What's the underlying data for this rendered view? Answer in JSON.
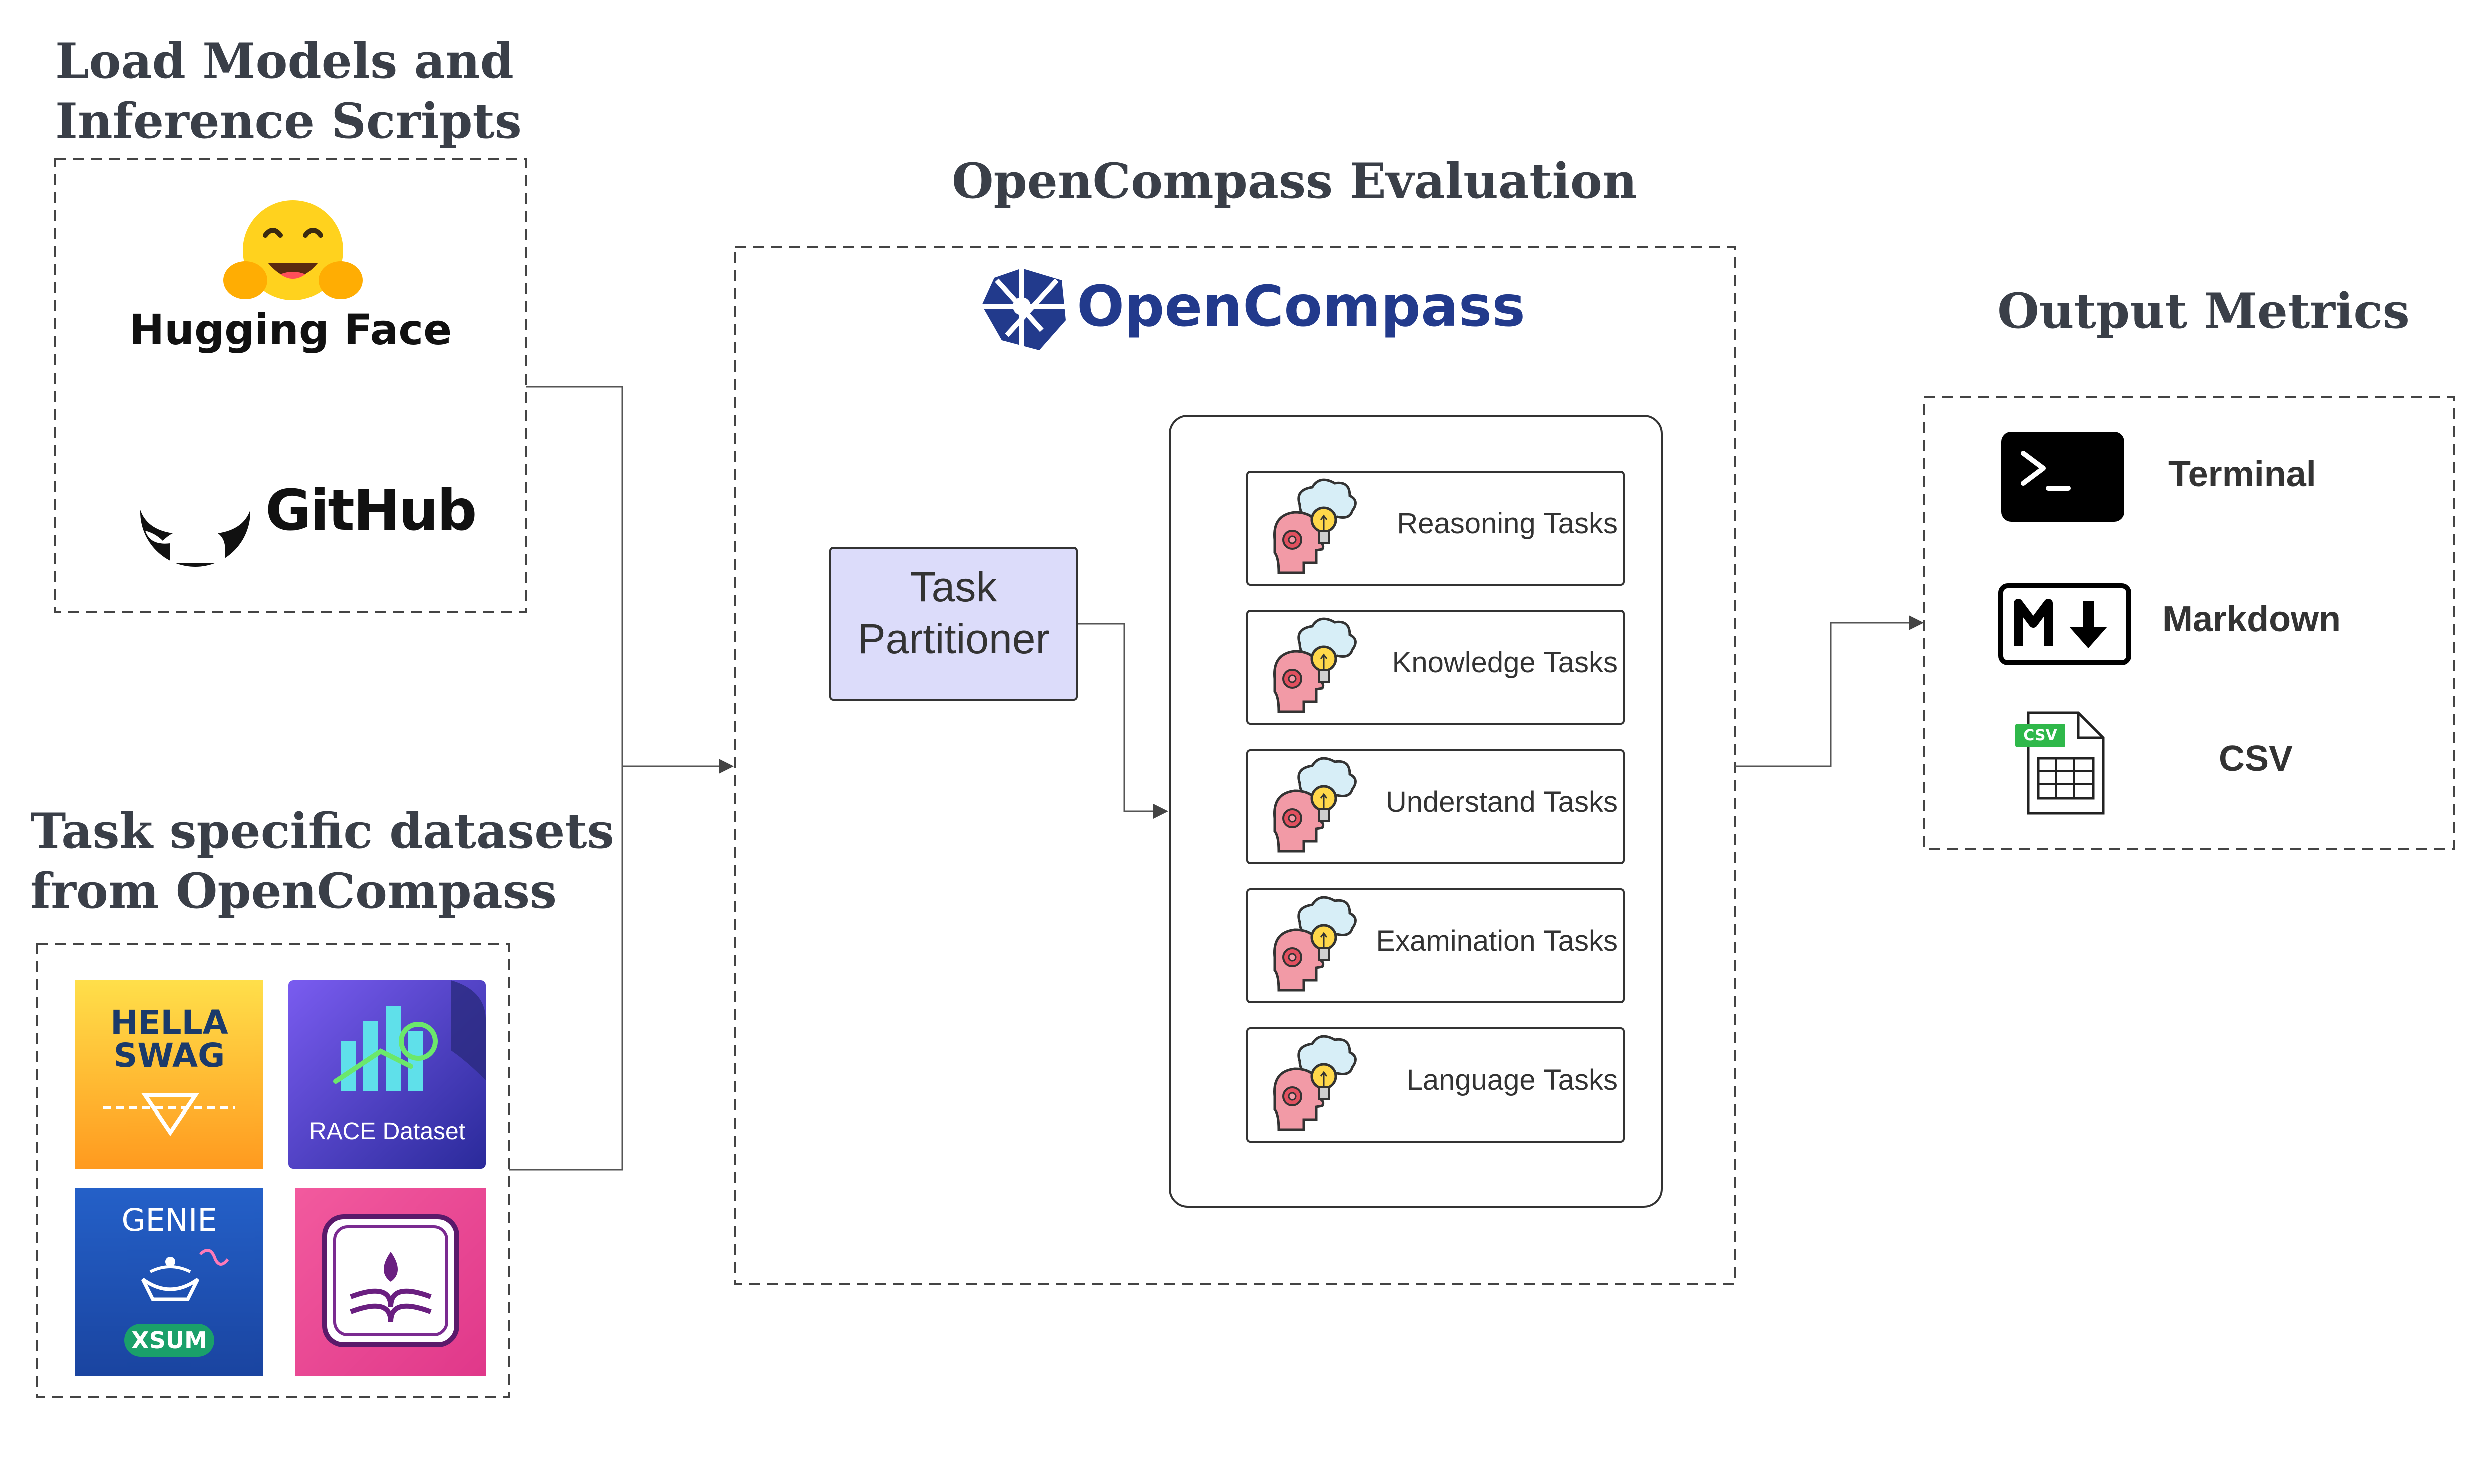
{
  "titles": {
    "load_line1": "Load Models and",
    "load_line2": "Inference Scripts",
    "datasets_line1": "Task specific datasets",
    "datasets_line2": "from OpenCompass",
    "evaluation": "OpenCompass Evaluation",
    "output": "Output Metrics"
  },
  "sources": {
    "huggingface": "Hugging Face",
    "github": "GitHub"
  },
  "datasets": {
    "hellaswag_line1": "HELLA",
    "hellaswag_line2": "SWAG",
    "race": "RACE Dataset",
    "genie": "GENIE",
    "xsum": "XSUM"
  },
  "opencompass": {
    "brand": "OpenCompass",
    "partitioner_line1": "Task",
    "partitioner_line2": "Partitioner"
  },
  "tasks": [
    "Reasoning Tasks",
    "Knowledge Tasks",
    "Understand Tasks",
    "Examination Tasks",
    "Language Tasks"
  ],
  "outputs": {
    "terminal": "Terminal",
    "markdown": "Markdown",
    "csv": "CSV",
    "csv_tag": "CSV"
  },
  "colors": {
    "brand_blue": "#223a8c",
    "partitioner_fill": "#dcdcfa",
    "hellaswag_yellow": "#ffd230",
    "race_purple": "#5a3cc8",
    "genie_blue": "#1f54b8",
    "pink": "#e83e8c"
  }
}
